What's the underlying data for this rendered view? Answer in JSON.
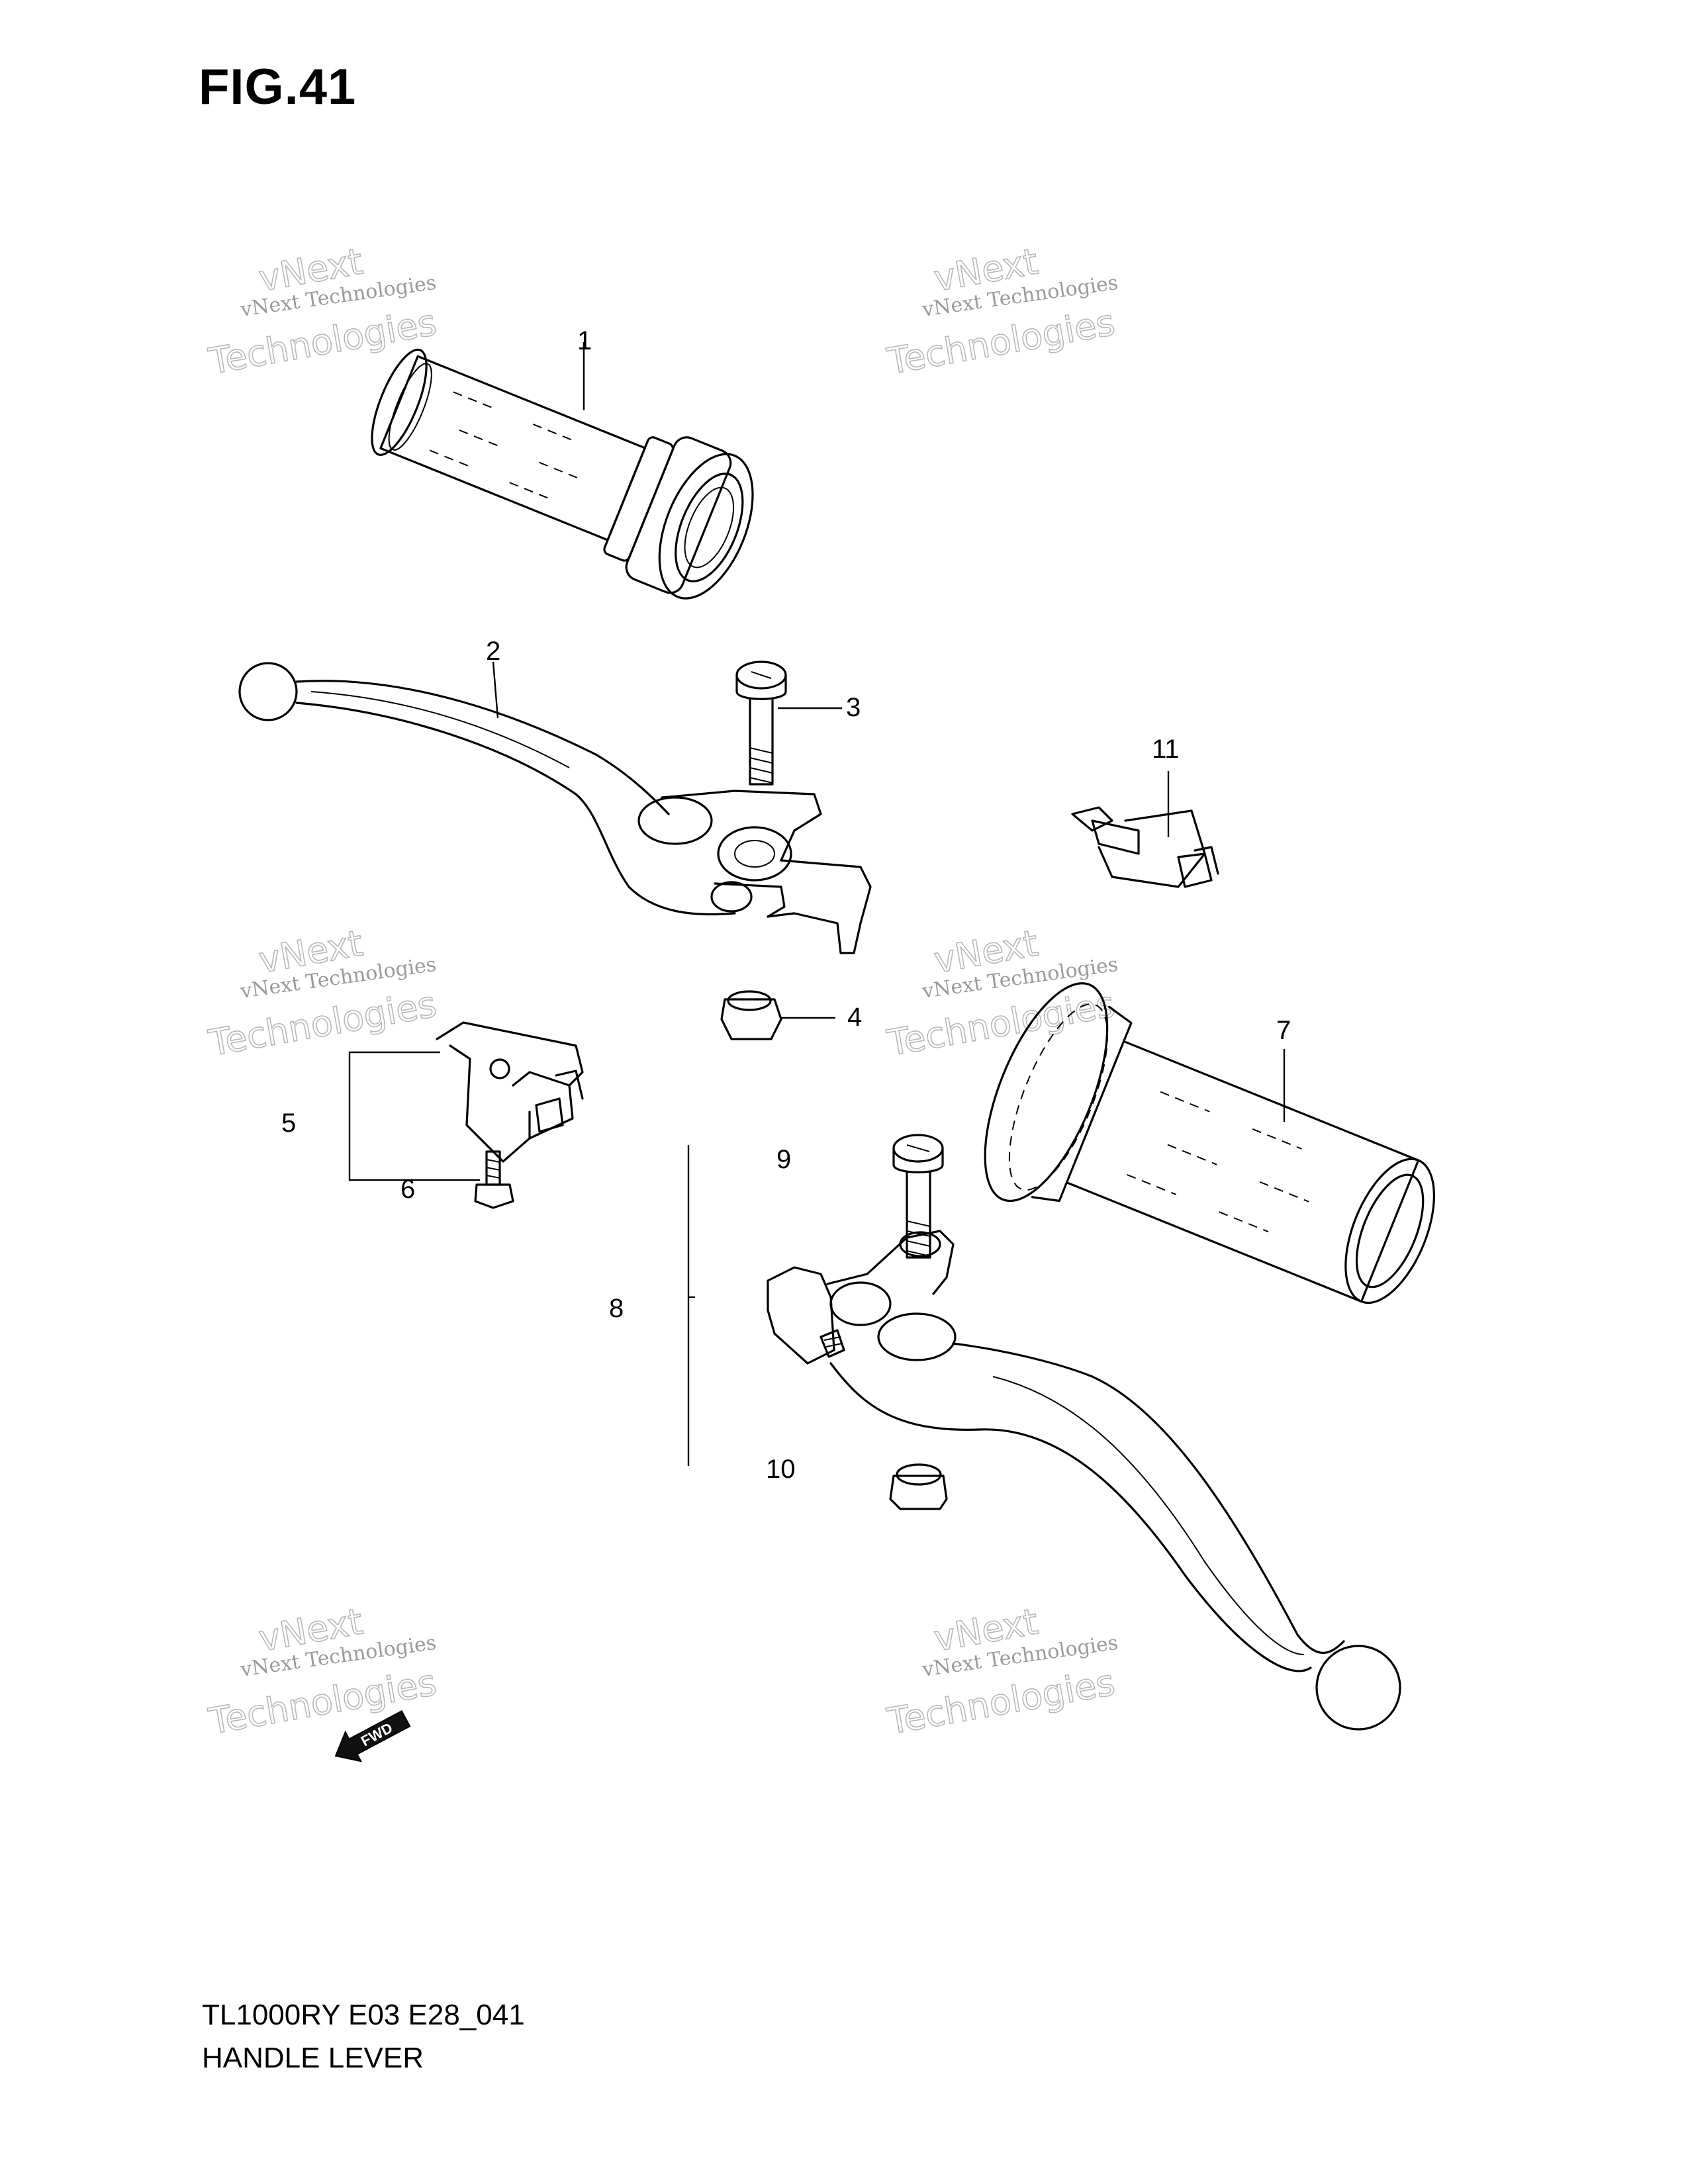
{
  "figure": {
    "title": "FIG.41",
    "model_code": "TL1000RY E03 E28_041",
    "section_name": "HANDLE LEVER"
  },
  "watermark": {
    "line1": "vNext",
    "line2": "vNext Technologies",
    "line3": "Technologies"
  },
  "callouts": {
    "c1": "1",
    "c2": "2",
    "c3": "3",
    "c4": "4",
    "c5": "5",
    "c6": "6",
    "c7": "7",
    "c8": "8",
    "c9": "9",
    "c10": "10",
    "c11": "11"
  },
  "fwd_label": "FWD"
}
